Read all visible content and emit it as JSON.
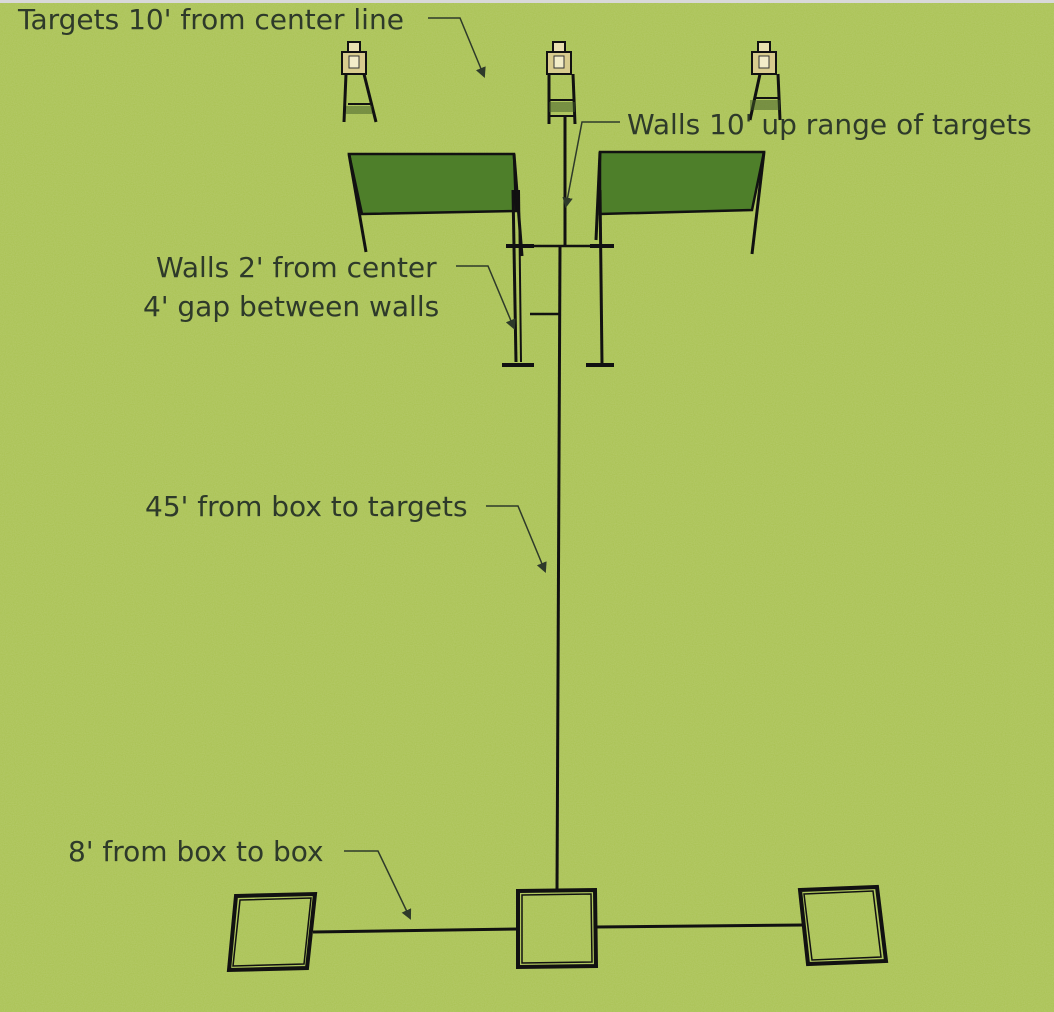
{
  "colors": {
    "grass": "#a9c151",
    "grass_dark": "#7f9a36",
    "grass_light": "#c3d774",
    "ink": "#111111",
    "wall_fill": "#4e7f2a",
    "target_face": "#d8cc8e",
    "label": "#2e3a2a"
  },
  "labels": {
    "targets_offset": "Targets 10' from center line",
    "walls_uprange": "Walls 10' up range of targets",
    "walls_center": "Walls 2' from center",
    "walls_gap": "4' gap between walls",
    "box_to_targets": "45' from box to targets",
    "box_to_box": "8' from box to box"
  },
  "icons": {
    "target": "steel-silhouette-target-icon",
    "wall": "barricade-wall-icon",
    "box": "shooting-box-icon"
  }
}
